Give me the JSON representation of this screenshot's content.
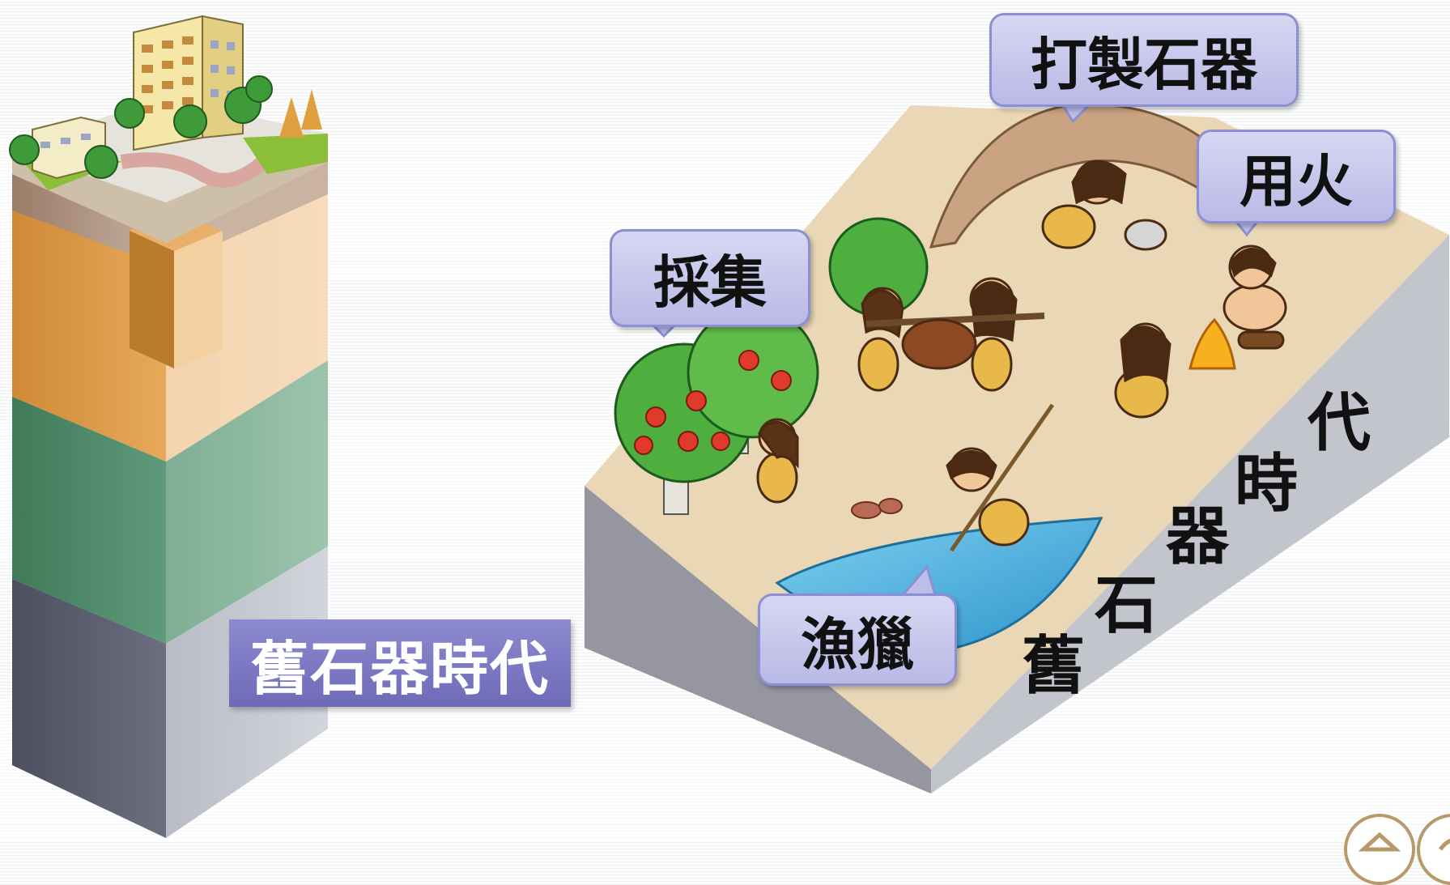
{
  "bubbles": {
    "stone_tools": "打製石器",
    "fire": "用火",
    "gathering": "採集",
    "fishing_hunting": "漁獵"
  },
  "era_label": "舊石器時代",
  "side_label": [
    "舊",
    "石",
    "器",
    "時",
    "代"
  ],
  "colors": {
    "bubble_fill": "#c8c8ee",
    "bubble_border": "#8c8fd1",
    "era_box": "#7a77c2",
    "soil_top": "#a88e7c",
    "soil_orange": "#d99a45",
    "soil_green": "#4e8a6a",
    "soil_gray": "#5e6270",
    "ground_sand": "#e8d6b4",
    "water": "#3ea6d6"
  },
  "icons": [
    "home-icon",
    "return-icon"
  ]
}
